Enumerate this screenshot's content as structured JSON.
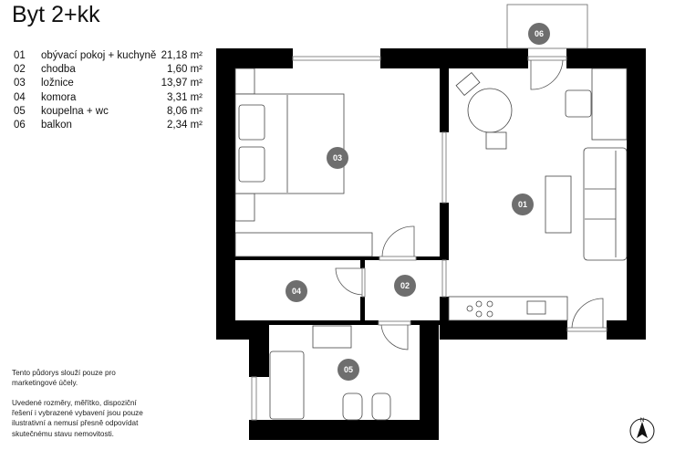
{
  "title": "Byt 2+kk",
  "rooms": [
    {
      "no": "01",
      "name": "obývací pokoj + kuchyně",
      "area": "21,18 m²"
    },
    {
      "no": "02",
      "name": "chodba",
      "area": "1,60 m²"
    },
    {
      "no": "03",
      "name": "ložnice",
      "area": "13,97 m²"
    },
    {
      "no": "04",
      "name": "komora",
      "area": "3,31 m²"
    },
    {
      "no": "05",
      "name": "koupelna + wc",
      "area": "8,06 m²"
    },
    {
      "no": "06",
      "name": "balkon",
      "area": "2,34 m²"
    }
  ],
  "note1": "Tento půdorys slouží pouze pro marketingové účely.",
  "note2": "Uvedené rozměry, měřítko, dispoziční řešení i vybrazené vybavení jsou pouze ilustrativní a nemusí přesně odpovídat skutečnému stavu nemovitosti.",
  "compass": "N",
  "colors": {
    "wall": "#000000",
    "label_circle": "#6e6e6e"
  }
}
